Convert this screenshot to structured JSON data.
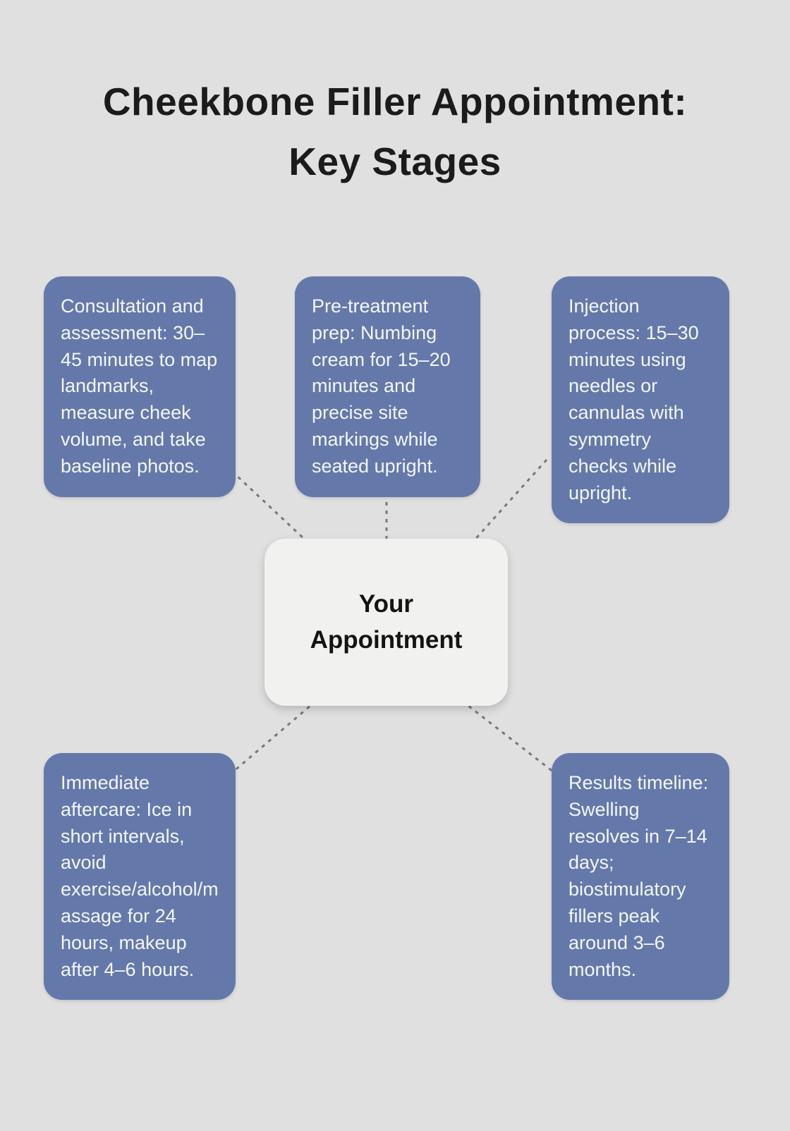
{
  "title": {
    "lines": [
      "Cheekbone Filler Appointment:",
      "Key Stages"
    ]
  },
  "center": {
    "label": "Your Appointment"
  },
  "stages": {
    "consultation": {
      "text": "Consultation and assessment: 30–45 minutes to map landmarks, measure cheek volume, and take baseline photos."
    },
    "prep": {
      "text": "Pre-treatment prep: Numbing cream for 15–20 minutes and precise site markings while seated upright."
    },
    "injection": {
      "text": "Injection process: 15–30 minutes using needles or cannulas with symmetry checks while upright."
    },
    "aftercare": {
      "text": "Immediate aftercare: Ice in short intervals, avoid exercise/alcohol/massage for 24 hours, makeup after 4–6 hours."
    },
    "results": {
      "text": "Results timeline: Swelling resolves in 7–14 days; biostimulatory fillers peak around 3–6 months."
    }
  },
  "colors": {
    "background": "#e0e0e0",
    "stage_fill": "#6479aa",
    "stage_text": "#f4f6fa",
    "center_fill": "#f1f1f0",
    "connector": "#787878",
    "title_text": "#1b1b1b"
  }
}
